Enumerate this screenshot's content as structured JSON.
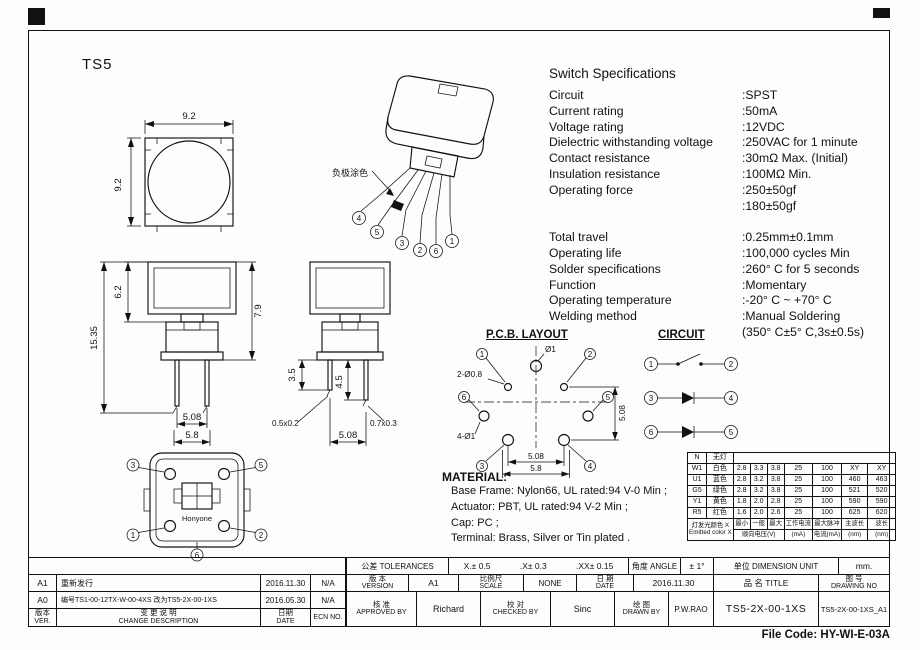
{
  "page": {
    "model": "TS5",
    "file_code": "File Code: HY-WI-E-03A"
  },
  "specs": {
    "title": "Switch Specifications",
    "rows": [
      {
        "label": "Circuit",
        "value": ":SPST"
      },
      {
        "label": "Current rating",
        "value": ":50mA"
      },
      {
        "label": "Voltage rating",
        "value": ":12VDC"
      },
      {
        "label": "Dielectric withstanding voltage",
        "value": ":250VAC for 1 minute"
      },
      {
        "label": "Contact resistance",
        "value": ":30mΩ Max. (Initial)"
      },
      {
        "label": "Insulation resistance",
        "value": ":100MΩ Min."
      },
      {
        "label": "Operating force",
        "value": ":250±50gf"
      },
      {
        "label": "",
        "value": ":180±50gf"
      },
      {
        "label": "",
        "value": ""
      },
      {
        "label": "Total travel",
        "value": ":0.25mm±0.1mm"
      },
      {
        "label": "Operating life",
        "value": ":100,000 cycles Min"
      },
      {
        "label": "Solder specifications",
        "value": ":260° C for 5 seconds"
      },
      {
        "label": "Function",
        "value": ":Momentary"
      },
      {
        "label": "Operating temperature",
        "value": ":-20° C ~ +70° C"
      },
      {
        "label": "Welding method",
        "value": ":Manual Soldering"
      },
      {
        "label": "",
        "value": "(350° C±5° C,3s±0.5s)"
      }
    ]
  },
  "views": {
    "top": {
      "w": "9.2",
      "h": "9.2"
    },
    "front": {
      "cap_h": "6.2",
      "upper_h": "7.9",
      "total_h": "15.35",
      "pin_pitch": "5.08",
      "pin_span": "5.8"
    },
    "side": {
      "pin_short": "3.5",
      "pin_long": "4.5",
      "pin_section_a": "0.5x0.2",
      "pin_section_b": "0.7x0.3",
      "pin_pitch": "5.08"
    },
    "iso": {
      "note": "负极涂色",
      "n1": "1",
      "n2": "2",
      "n3": "3",
      "n4": "4",
      "n5": "5",
      "n6": "6"
    },
    "bottom": {
      "brand": "Honyone",
      "n_tl": "3",
      "n_tr": "5",
      "n_bl": "1",
      "n_br": "2",
      "n_bc": "6"
    }
  },
  "pcb": {
    "title": "P.C.B. LAYOUT",
    "hole_center": "Ø1",
    "holes_small": "2-Ø0.8",
    "holes_large": "4-Ø1",
    "pitch_v": "5.08",
    "pitch_h": "5.08",
    "span": "5.8",
    "n1": "1",
    "n2": "2",
    "n3": "3",
    "n4": "4",
    "n5": "5",
    "n6": "6"
  },
  "circuit": {
    "title": "CIRCUIT",
    "n1": "1",
    "n2": "2",
    "n3": "3",
    "n4": "4",
    "n5": "5",
    "n6": "6"
  },
  "material": {
    "title": "MATERIAL:",
    "lines": [
      "Base Frame: Nylon66, UL rated:94 V-0 Min ;",
      "Actuator: PBT, UL rated:94 V-2 Min ;",
      "Cap:  PC ;",
      "Terminal: Brass, Silver or Tin plated ."
    ]
  },
  "led_table": {
    "header": {
      "code": "N",
      "color": "无灯"
    },
    "rows": [
      {
        "code": "W1",
        "color": "白色",
        "vmin": "2.8",
        "vtyp": "3.3",
        "vmax": "3.8",
        "current": "25",
        "pulse": "100",
        "wd": "XY",
        "w": "XY"
      },
      {
        "code": "U1",
        "color": "蓝色",
        "vmin": "2.8",
        "vtyp": "3.2",
        "vmax": "3.8",
        "current": "25",
        "pulse": "100",
        "wd": "460",
        "w": "463"
      },
      {
        "code": "G5",
        "color": "绿色",
        "vmin": "2.8",
        "vtyp": "3.2",
        "vmax": "3.8",
        "current": "25",
        "pulse": "100",
        "wd": "521",
        "w": "520"
      },
      {
        "code": "Y1",
        "color": "黄色",
        "vmin": "1.8",
        "vtyp": "2.0",
        "vmax": "2.8",
        "current": "25",
        "pulse": "100",
        "wd": "590",
        "w": "590"
      },
      {
        "code": "R5",
        "color": "红色",
        "vmin": "1.6",
        "vtyp": "2.0",
        "vmax": "2.6",
        "current": "25",
        "pulse": "100",
        "wd": "625",
        "w": "620"
      }
    ],
    "footer": {
      "left1": "灯发光颜色 X",
      "left2": "Emitted color X",
      "vf": "顺向电压(V)",
      "min": "最小",
      "typ": "一般",
      "max": "最大",
      "current1": "工作电流",
      "current2": "(mA)",
      "pulse1": "最大脉冲",
      "pulse2": "电流(mA)",
      "wd1": "主波长",
      "wd2": "(nm)",
      "w1": "波长",
      "w2": "(nm)"
    }
  },
  "titleblock": {
    "tolerances": {
      "label": "公差 TOLERANCES",
      "v1": "X.± 0.5",
      "v2": ".X± 0.3",
      "v3": ".XX± 0.15",
      "angle_label": "角度 ANGLE",
      "angle_val": "± 1°",
      "unit_label": "单位  DIMENSION UNIT",
      "unit_val": "mm."
    },
    "version": {
      "cn": "版 本",
      "en": "VERSION",
      "value": "A1"
    },
    "scale": {
      "cn": "比例尺",
      "en": "SCALE",
      "value": "NONE"
    },
    "date": {
      "cn": "日 期",
      "en": "DATE",
      "value": "2016.11.30"
    },
    "title": {
      "label": "品 名  TITLE",
      "value": "TS5-2X-00-1XS"
    },
    "drawing_no": {
      "cn": "图 号",
      "en": "DRAWING NO",
      "value": "TS5-2X-00-1XS_A1"
    },
    "approved": {
      "cn": "核 准",
      "en": "APPROVED BY",
      "value": "Richard"
    },
    "checked": {
      "cn": "校 对",
      "en": "CHECKED BY",
      "value": "Sinc"
    },
    "drawn": {
      "cn": "绘 图",
      "en": "DRAWN BY",
      "value": "P.W.RAO"
    },
    "revisions": [
      {
        "ver": "A1",
        "desc": "重新发行",
        "date": "2016.11.30",
        "ecn": "N/A"
      },
      {
        "ver": "A0",
        "desc": "编号TS1-00-12TX-W-00-4XS 改为TS5-2X-00-1XS",
        "date": "2016.05.30",
        "ecn": "N/A"
      }
    ],
    "rev_header": {
      "ver_cn": "版本",
      "ver_en": "VER.",
      "desc_cn": "变 更 说 明",
      "desc_en": "CHANGE DESCRIPTION",
      "date_cn": "日期",
      "date_en": "DATE",
      "ecn": "ECN NO."
    }
  }
}
